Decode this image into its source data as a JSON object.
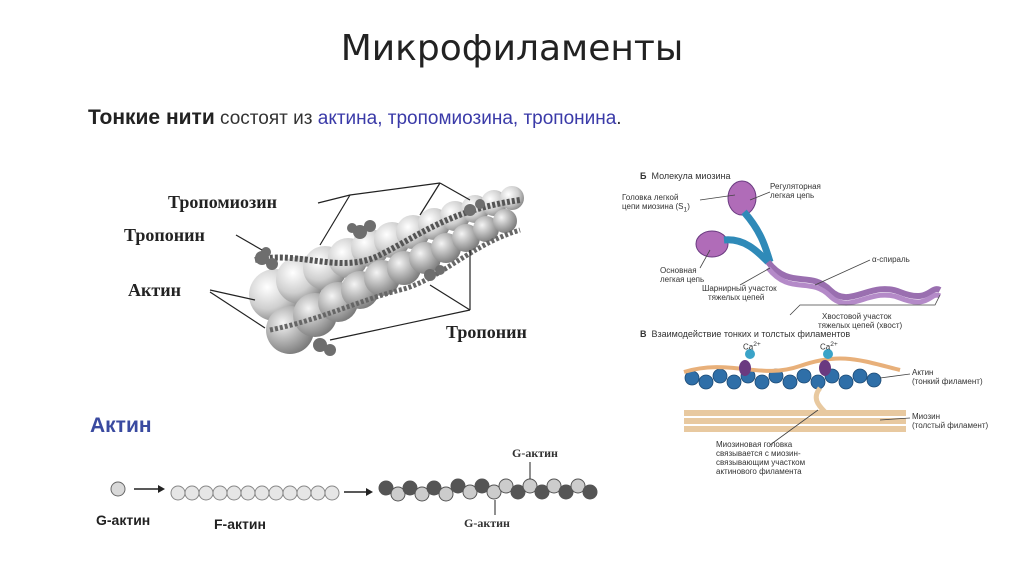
{
  "slide": {
    "title": "Микрофиламенты",
    "subtitle_bold": "Тонкие нити",
    "subtitle_mid": " состоят из ",
    "subtitle_blue": "актина, тропомиозина, тропонина",
    "subtitle_end": "."
  },
  "thin_filament": {
    "label_tropomyosin": "Тропомиозин",
    "label_troponin_top": "Тропонин",
    "label_actin": "Актин",
    "label_troponin_bottom": "Тропонин"
  },
  "actin_section": {
    "heading": "Актин",
    "g_actin_label": "G-актин",
    "f_actin_label": "F-актин",
    "g_actin_top": "G-актин",
    "g_actin_bottom": "G-актин"
  },
  "myosin_panel": {
    "section_b_letter": "Б",
    "section_b_title": "Молекула миозина",
    "light_chain_head_1": "Головка легкой",
    "light_chain_head_2": "цепи миозина (S",
    "light_chain_head_sub": "1",
    "light_chain_head_end": ")",
    "regulatory_1": "Регуляторная",
    "regulatory_2": "легкая цепь",
    "alpha_helix": "α-спираль",
    "basic_light_1": "Основная",
    "basic_light_2": "легкая цепь",
    "hinge_1": "Шарнирный участок",
    "hinge_2": "тяжелых цепей",
    "tail_1": "Хвостовой участок",
    "tail_2": "тяжелых цепей (хвост)",
    "section_v_letter": "В",
    "section_v_title": "Взаимодействие тонких и толстых филаментов",
    "ca": "Ca",
    "ca_sup": "2+",
    "actin_1": "Актин",
    "actin_2": "(тонкий филамент)",
    "myosin_1": "Миозин",
    "myosin_2": "(толстый филамент)",
    "head_bind_1": "Миозиновая головка",
    "head_bind_2": "связывается с миозин-",
    "head_bind_3": "связывающим участком",
    "head_bind_4": "актинового филамента"
  },
  "colors": {
    "accent_blue": "#3a3aa8",
    "actin_blue": "#2f6fa8",
    "myosin_purple": "#9a6fb0",
    "tan": "#e8c9a0"
  }
}
